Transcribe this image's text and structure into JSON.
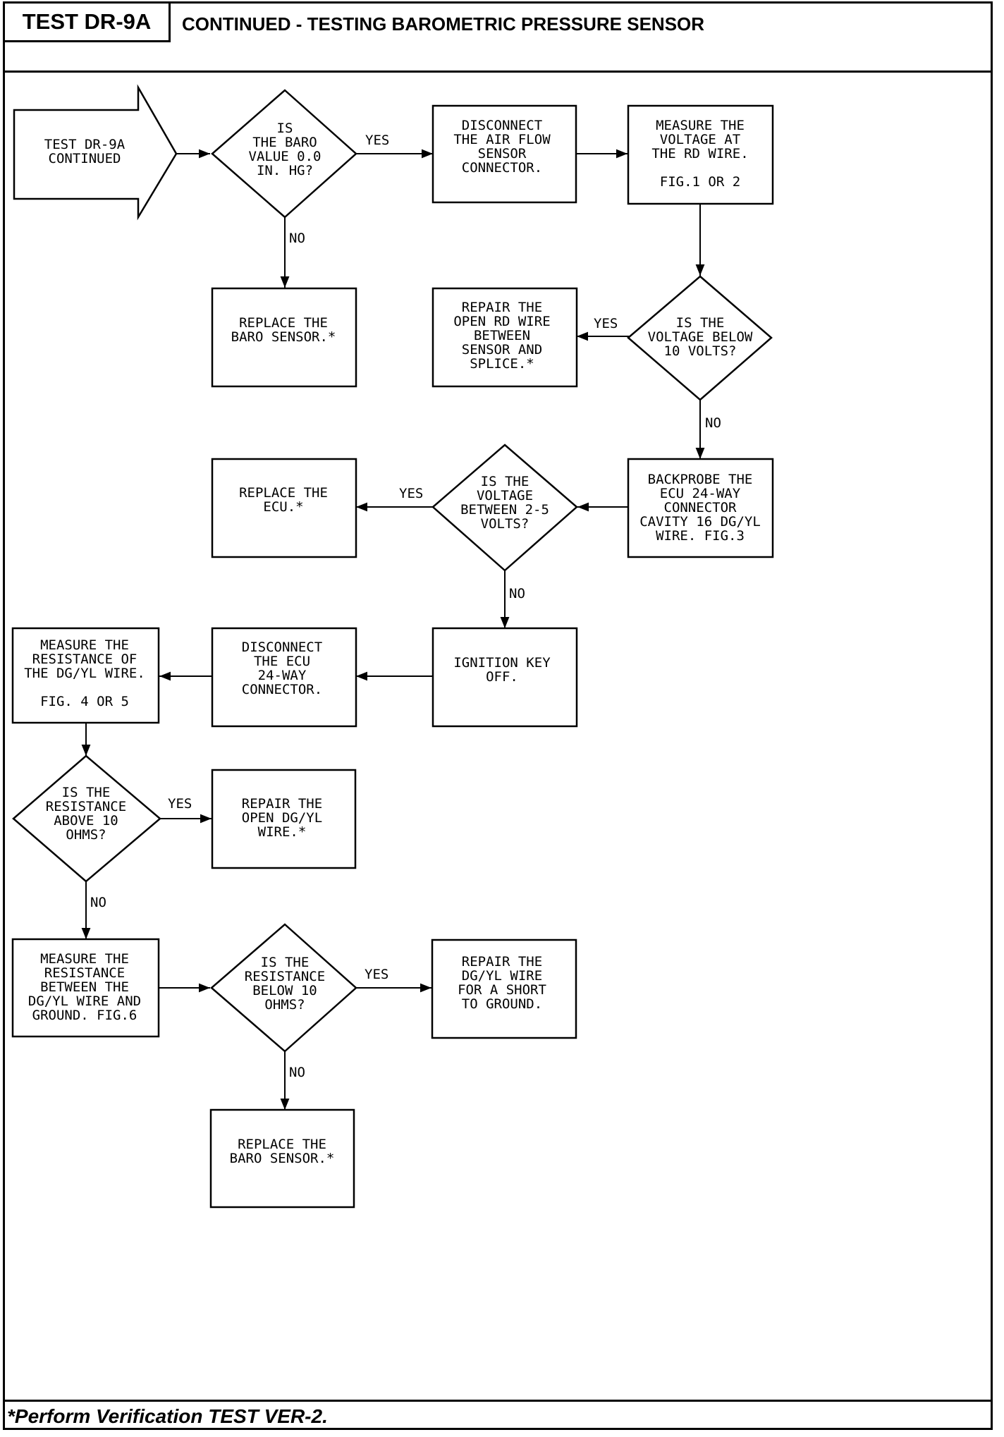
{
  "header": {
    "test_id": "TEST DR-9A",
    "title": "CONTINUED - TESTING BAROMETRIC PRESSURE SENSOR"
  },
  "footer": {
    "note": "*Perform Verification TEST VER-2."
  },
  "nodes": {
    "start": [
      "TEST DR-9A",
      "CONTINUED"
    ],
    "baro_check": [
      "IS",
      "THE BARO",
      "VALUE 0.0",
      "IN. HG?"
    ],
    "disconnect_airflow": [
      "DISCONNECT",
      "THE AIR FLOW",
      "SENSOR",
      "CONNECTOR."
    ],
    "measure_rd_voltage": [
      "MEASURE THE",
      "VOLTAGE AT",
      "THE RD WIRE.",
      "",
      "FIG.1 OR 2"
    ],
    "replace_baro_1": [
      "REPLACE THE",
      "BARO SENSOR.*"
    ],
    "repair_open_rd": [
      "REPAIR THE",
      "OPEN RD WIRE",
      "BETWEEN",
      "SENSOR AND",
      "SPLICE.*"
    ],
    "voltage_below_10": [
      "IS THE",
      "VOLTAGE BELOW",
      "10 VOLTS?"
    ],
    "replace_ecu": [
      "REPLACE THE",
      "ECU.*"
    ],
    "voltage_2_5": [
      "IS THE",
      "VOLTAGE",
      "BETWEEN 2-5",
      "VOLTS?"
    ],
    "backprobe_ecu": [
      "BACKPROBE THE",
      "ECU 24-WAY",
      "CONNECTOR",
      "CAVITY 16 DG/YL",
      "WIRE. FIG.3"
    ],
    "measure_resistance": [
      "MEASURE THE",
      "RESISTANCE OF",
      "THE DG/YL WIRE.",
      "",
      "FIG. 4 OR 5"
    ],
    "disconnect_ecu": [
      "DISCONNECT",
      "THE ECU",
      "24-WAY",
      "CONNECTOR."
    ],
    "ignition_off": [
      "IGNITION KEY",
      "OFF."
    ],
    "resistance_above_10": [
      "IS THE",
      "RESISTANCE",
      "ABOVE 10",
      "OHMS?"
    ],
    "repair_open_dgyl": [
      "REPAIR THE",
      "OPEN DG/YL",
      "WIRE.*"
    ],
    "measure_to_ground": [
      "MEASURE THE",
      "RESISTANCE",
      "BETWEEN THE",
      "DG/YL WIRE AND",
      "GROUND. FIG.6"
    ],
    "resistance_below_10": [
      "IS THE",
      "RESISTANCE",
      "BELOW 10",
      "OHMS?"
    ],
    "repair_short": [
      "REPAIR THE",
      "DG/YL WIRE",
      "FOR A SHORT",
      "TO GROUND."
    ],
    "replace_baro_2": [
      "REPLACE THE",
      "BARO SENSOR.*"
    ]
  },
  "edge_labels": {
    "yes": "YES",
    "no": "NO"
  }
}
